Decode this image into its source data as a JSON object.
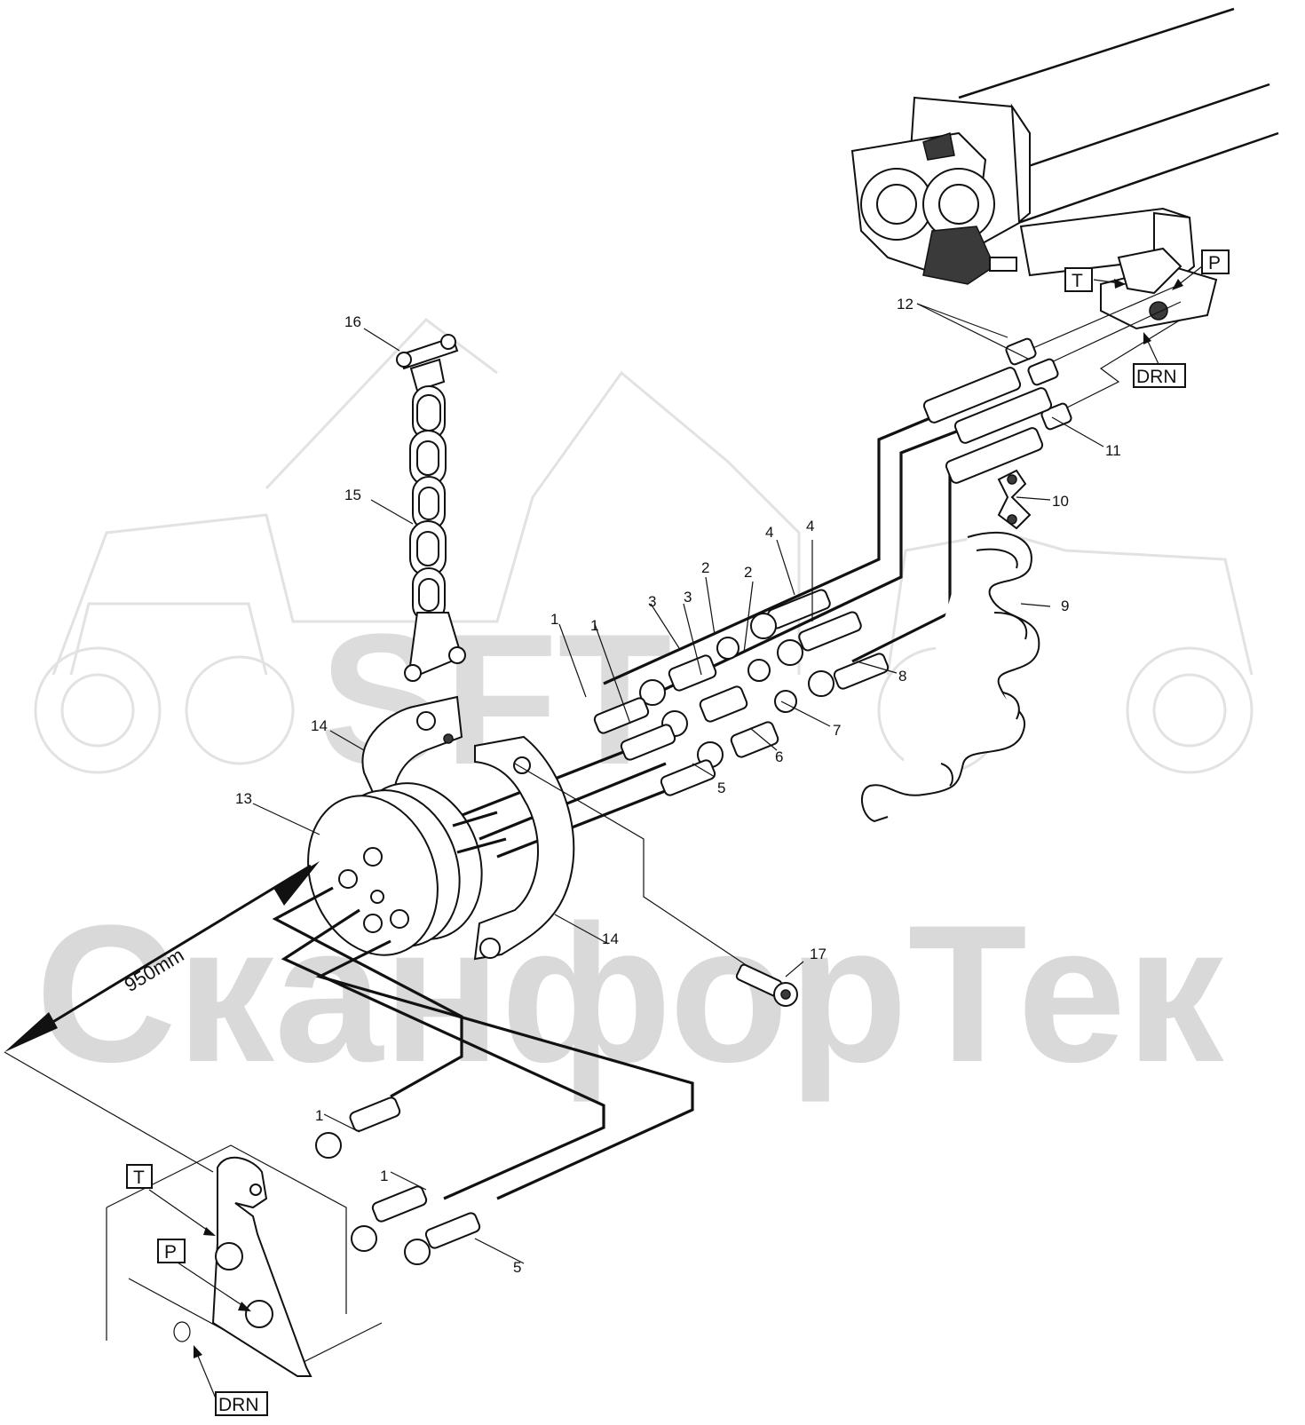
{
  "watermark": {
    "logo": "SFT",
    "brand": "СканфорТек"
  },
  "dimension": {
    "label": "950mm"
  },
  "ports": {
    "tank": "T",
    "pressure": "P",
    "drain": "DRN"
  },
  "callouts": [
    {
      "id": "c-16",
      "text": "16"
    },
    {
      "id": "c-15",
      "text": "15"
    },
    {
      "id": "c-14a",
      "text": "14"
    },
    {
      "id": "c-14b",
      "text": "14"
    },
    {
      "id": "c-13",
      "text": "13"
    },
    {
      "id": "c-12",
      "text": "12"
    },
    {
      "id": "c-11",
      "text": "11"
    },
    {
      "id": "c-10",
      "text": "10"
    },
    {
      "id": "c-9",
      "text": "9"
    },
    {
      "id": "c-8",
      "text": "8"
    },
    {
      "id": "c-7",
      "text": "7"
    },
    {
      "id": "c-6",
      "text": "6"
    },
    {
      "id": "c-5a",
      "text": "5"
    },
    {
      "id": "c-5b",
      "text": "5"
    },
    {
      "id": "c-4a",
      "text": "4"
    },
    {
      "id": "c-4b",
      "text": "4"
    },
    {
      "id": "c-3a",
      "text": "3"
    },
    {
      "id": "c-3b",
      "text": "3"
    },
    {
      "id": "c-2a",
      "text": "2"
    },
    {
      "id": "c-2b",
      "text": "2"
    },
    {
      "id": "c-1a",
      "text": "1"
    },
    {
      "id": "c-1b",
      "text": "1"
    },
    {
      "id": "c-1c",
      "text": "1"
    },
    {
      "id": "c-1d",
      "text": "1"
    },
    {
      "id": "c-17",
      "text": "17"
    }
  ]
}
